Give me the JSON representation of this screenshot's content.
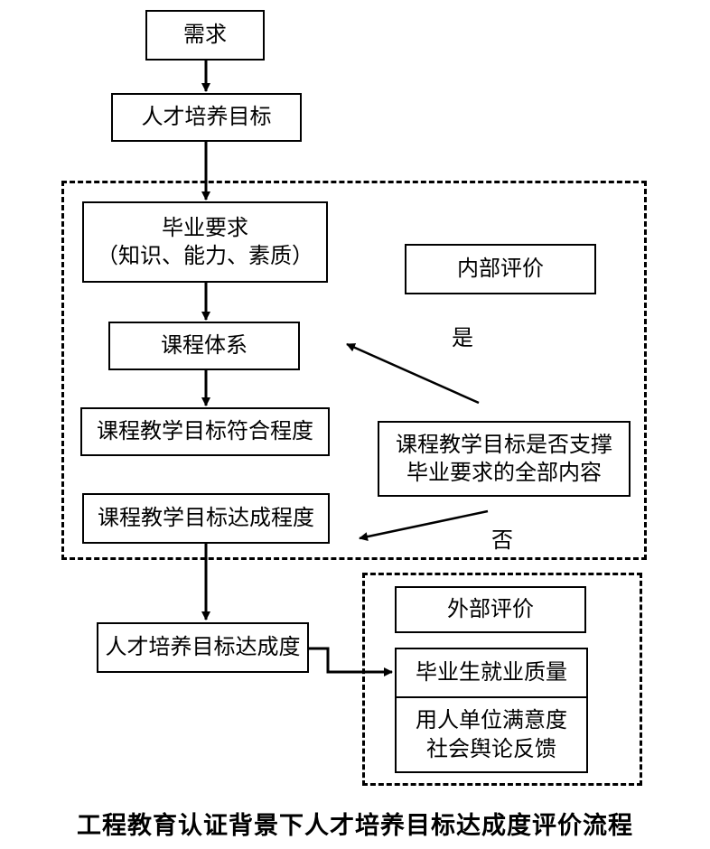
{
  "nodes": {
    "demand": "需求",
    "talent_goal": "人才培养目标",
    "grad_req_line1": "毕业要求",
    "grad_req_line2": "（知识、能力、素质）",
    "internal_eval": "内部评价",
    "curriculum": "课程体系",
    "course_fit": "课程教学目标符合程度",
    "course_achieve": "课程教学目标达成程度",
    "support_question_line1": "课程教学目标是否支撑",
    "support_question_line2": "毕业要求的全部内容",
    "talent_achieve": "人才培养目标达成度",
    "external_eval": "外部评价",
    "employment_quality": "毕业生就业质量",
    "feedback_line1": "用人单位满意度",
    "feedback_line2": "社会舆论反馈"
  },
  "labels": {
    "yes": "是",
    "no": "否"
  },
  "caption": "工程教育认证背景下人才培养目标达成度评价流程"
}
